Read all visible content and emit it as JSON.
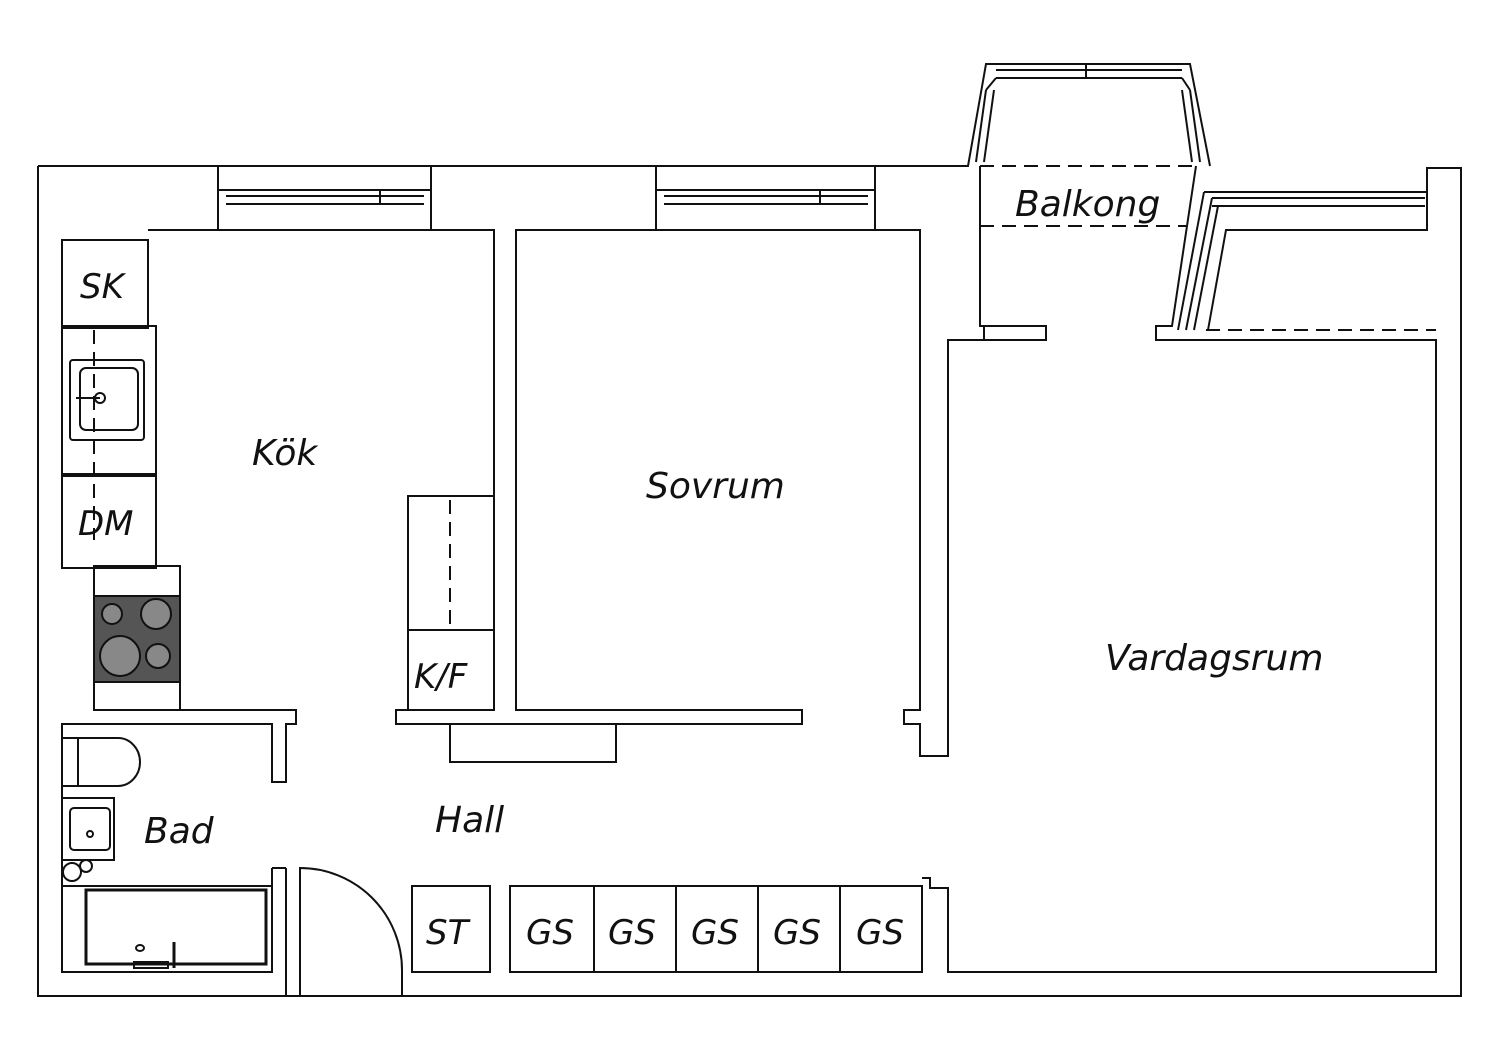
{
  "colors": {
    "line": "#111111",
    "background": "#ffffff",
    "stove": "#555555"
  },
  "rooms": {
    "kitchen": "Kök",
    "bedroom": "Sovrum",
    "living_room": "Vardagsrum",
    "balcony": "Balkong",
    "hall": "Hall",
    "bathroom": "Bad"
  },
  "fixtures": {
    "cleaning_closet": "SK",
    "dishwasher": "DM",
    "fridge_freezer": "K/F",
    "storage": "ST",
    "wardrobes": [
      "GS",
      "GS",
      "GS",
      "GS",
      "GS"
    ]
  }
}
